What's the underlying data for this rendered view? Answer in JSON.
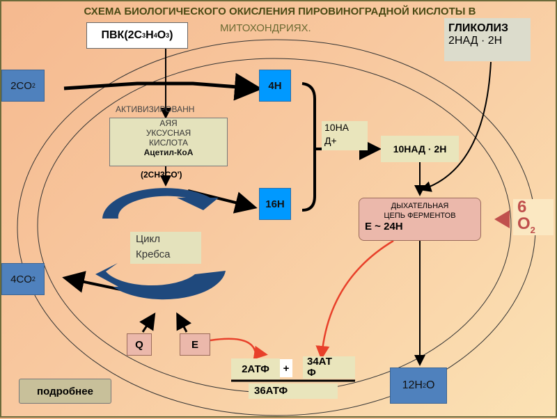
{
  "title": {
    "line1": "СХЕМА БИОЛОГИЧЕСКОГО ОКИСЛЕНИЯ ПИРОВИНОГРАДНОЙ КИСЛОТЫ В",
    "line2": "МИТОХОНДРИЯХ."
  },
  "pvk": {
    "label": "ПВК(2C",
    "s1": "3",
    "h": "H",
    "s2": "4",
    "o": "O",
    "s3": "3",
    "end": ")"
  },
  "glycolysis": {
    "title": "ГЛИКОЛИЗ",
    "value": "2НАД · 2Н"
  },
  "co2_top": {
    "label": "2CO",
    "sub": "2"
  },
  "co2_bottom": {
    "label": "4CO",
    "sub": "2"
  },
  "h4": "4H",
  "h16": "16H",
  "acetyl": {
    "top": "АКТИВИЗИРОВАНН",
    "l1": "АЯЯ",
    "l2": "УКСУСНАЯ",
    "l3": "КИСЛОТА",
    "l4": "Ацетил-КоА",
    "l5": "(2CH3CO')"
  },
  "nad_plus": {
    "l1": "10НА",
    "l2": "Д+"
  },
  "nad_2h": "10НАД · 2Н",
  "resp_chain": {
    "l1": "ДЫХАТЕЛЬНАЯ",
    "l2": "ЦЕПЬ ФЕРМЕНТОВ",
    "l3": "E ~ 24H"
  },
  "oxygen": {
    "num": "6",
    "label": "O",
    "sub": "2"
  },
  "krebs": {
    "l1": "Цикл",
    "l2": "Кребса"
  },
  "q": "Q",
  "e": "E",
  "atp2": "2АТФ",
  "plus": "+",
  "atp34": {
    "l1": "34АТ",
    "l2": "Ф"
  },
  "atp36": "36АТФ",
  "water": {
    "label": "12H",
    "sub": "2",
    "end": "O"
  },
  "more_button": "подробнее",
  "colors": {
    "blue": "#4f81bd",
    "cyan": "#0099ff",
    "red_arrow": "#e8402a",
    "krebs": "#1f497d"
  }
}
